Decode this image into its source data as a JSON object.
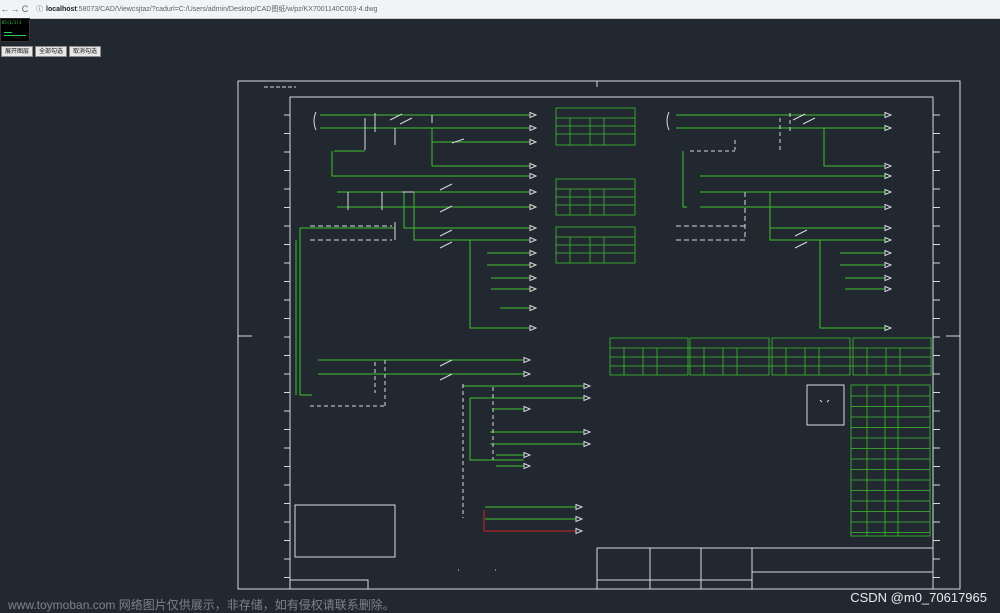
{
  "browser": {
    "back_glyph": "←",
    "forward_glyph": "→",
    "reload_glyph": "C",
    "info_glyph": "ⓘ",
    "url_host": "localhost",
    "url_rest": ":58073/CAD/Viewcsjtaz/?cadurl=C:/Users/admin/Desktop/CAD图纸/w/pz/KX7001140C003-4.dwg"
  },
  "viewer": {
    "minimap_title": "85(1/1)1",
    "buttons": [
      "展开图层",
      "全部勾选",
      "取消勾选"
    ]
  },
  "watermarks": {
    "left": "www.toymoban.com 网络图片仅供展示，非存储，如有侵权请联系删除。",
    "right": "CSDN @m0_70617965"
  },
  "colors": {
    "canvas": "#212830",
    "line_white": "#d7d9de",
    "line_green": "#3fbf2f",
    "line_red": "#d11f1f"
  }
}
